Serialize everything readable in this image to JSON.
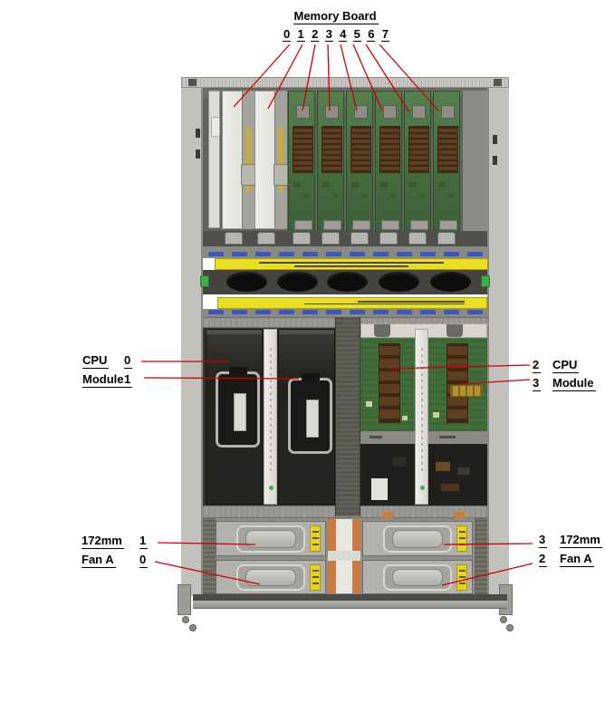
{
  "callouts": {
    "color": "#cc0000",
    "memory": {
      "title": "Memory Board",
      "slot_numbers": [
        "0",
        "1",
        "2",
        "3",
        "4",
        "5",
        "6",
        "7"
      ]
    },
    "cpu_left": {
      "rows": [
        {
          "label": "CPU",
          "number": "0"
        },
        {
          "label": "Module",
          "number": "1"
        }
      ]
    },
    "cpu_right": {
      "rows": [
        {
          "number": "2",
          "label": "CPU"
        },
        {
          "number": "3",
          "label": "Module"
        }
      ]
    },
    "fan_left": {
      "rows": [
        {
          "label": "172mm",
          "number": "1"
        },
        {
          "label": "Fan A",
          "number": "0"
        }
      ]
    },
    "fan_right": {
      "rows": [
        {
          "number": "3",
          "label": "172mm"
        },
        {
          "number": "2",
          "label": "Fan A"
        }
      ]
    }
  },
  "chassis": {
    "counts": {
      "memory_slots": 8,
      "white_memory_boards": 2,
      "green_memory_boards": 6,
      "cpu_modules_installed": 2,
      "cpu_slots_open": 2,
      "fan_trays": 4,
      "vent_holes": 5,
      "label_segments_per_row": 12,
      "latch_tabs": 8
    },
    "colors": {
      "frame": "#c6c5c0",
      "bay_interior": "#63625d",
      "memory_board_white": "#e4e3de",
      "memory_board_pcb": "#4a7243",
      "dimm_connector": "#5d3e21",
      "caution_label_yellow": "#e9de20",
      "info_label_blue": "#3c58c0",
      "cpu_module_dark": "#292825",
      "air_baffle_white": "#eae8e1",
      "fan_tray_silver": "#b2b1ab",
      "fan_label_yellow": "#e6d51e",
      "divider_orange": "#cd7a3e",
      "release_clip_green": "#3fae49",
      "vent_hole_black": "#0d0d0c"
    }
  }
}
